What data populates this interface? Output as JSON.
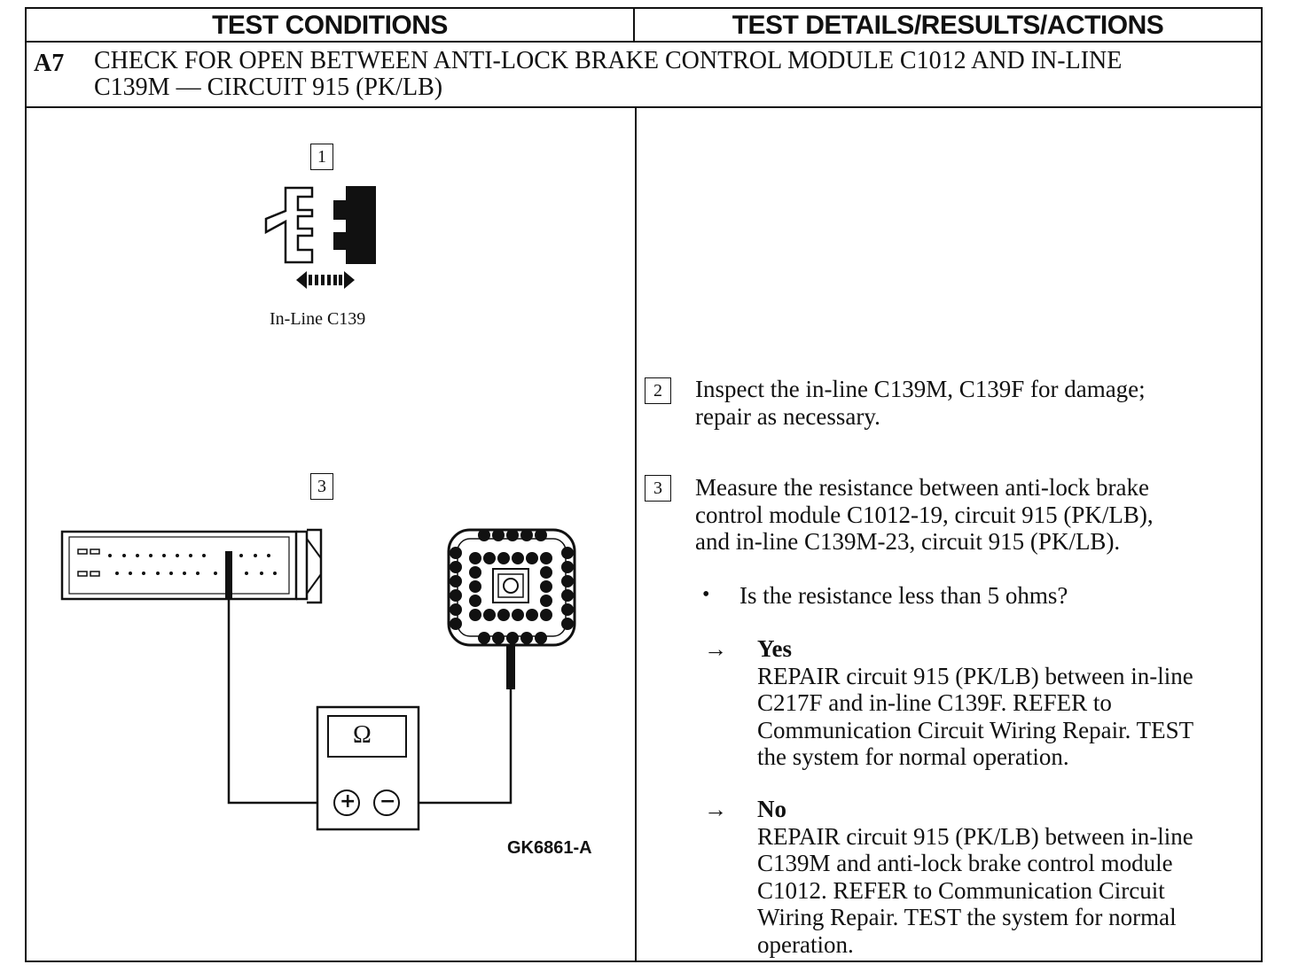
{
  "header": {
    "left": "TEST CONDITIONS",
    "right": "TEST DETAILS/RESULTS/ACTIONS"
  },
  "step": {
    "id": "A7",
    "title_line1": "CHECK FOR OPEN BETWEEN ANTI-LOCK BRAKE CONTROL MODULE C1012 AND IN-LINE",
    "title_line2": "C139M — CIRCUIT 915 (PK/LB)"
  },
  "figure": {
    "callout1": "1",
    "callout1_caption": "In-Line C139",
    "callout3": "3",
    "meter_symbol": "Ω",
    "plus": "+",
    "minus": "−",
    "code": "GK6861-A"
  },
  "details": {
    "step2": {
      "num": "2",
      "lines": [
        "Inspect the in-line C139M, C139F for damage;",
        "repair as necessary."
      ]
    },
    "step3": {
      "num": "3",
      "lines": [
        "Measure the resistance between anti-lock brake",
        "control module C1012-19, circuit 915 (PK/LB),",
        "and in-line C139M-23, circuit 915 (PK/LB)."
      ],
      "bullet": "•",
      "question": "Is the resistance less than 5 ohms?"
    },
    "yes": {
      "arrow": "→",
      "label": "Yes",
      "lines": [
        "REPAIR circuit 915 (PK/LB) between in-line",
        "C217F and in-line C139F. REFER to",
        "Communication Circuit Wiring Repair. TEST",
        "the system for normal operation."
      ]
    },
    "no": {
      "arrow": "→",
      "label": "No",
      "lines": [
        "REPAIR circuit 915 (PK/LB) between in-line",
        "C139M and anti-lock brake control module",
        "C1012. REFER to Communication Circuit",
        "Wiring Repair. TEST the system for normal",
        "operation."
      ]
    }
  }
}
